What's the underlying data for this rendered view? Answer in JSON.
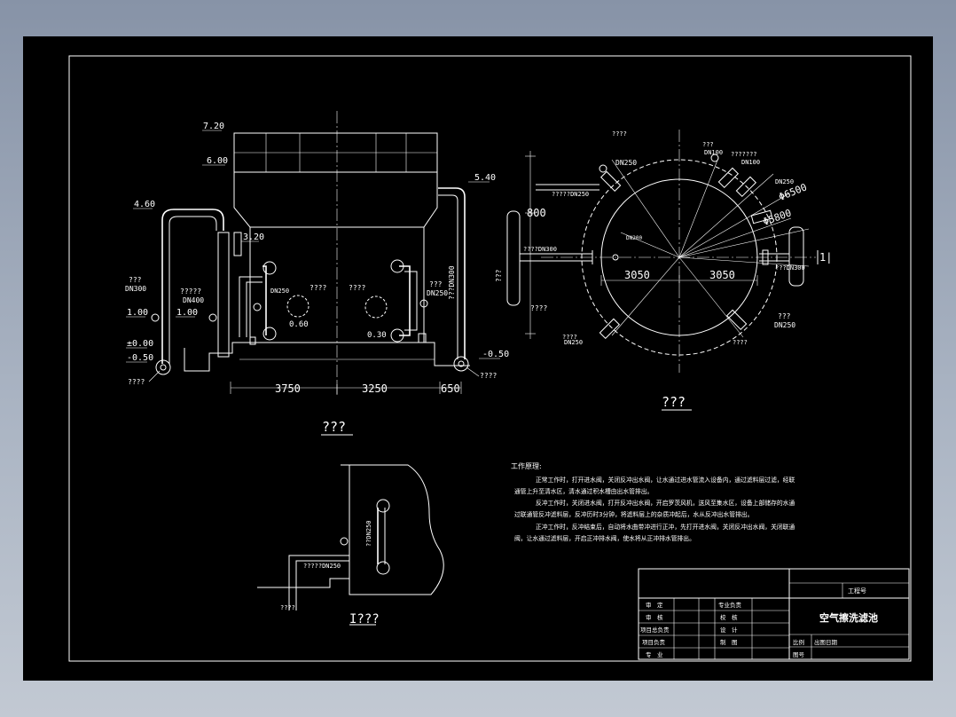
{
  "colors": {
    "background": "#000000",
    "lines": "#ffffff",
    "window": "#8c97aa"
  },
  "front_view": {
    "title": "???",
    "elev_720": "7.20",
    "elev_600": "6.00",
    "elev_460": "4.60",
    "elev_540": "5.40",
    "elev_320": "3.20",
    "elev_100_a": "1.00",
    "elev_100_b": "1.00",
    "elev_000": "±0.00",
    "elev_m050_left": "-0.50",
    "elev_m050_right": "-0.50",
    "elev_060": "0.60",
    "elev_030": "0.30",
    "label_q3_a": "???",
    "label_dn300": "DN300",
    "label_q4_a": "?????",
    "label_dn400": "DN400",
    "label_dn250_a": "DN250",
    "label_q4_b": "????",
    "label_q4_c": "????",
    "label_q3_b": "???",
    "label_dn250_b": "DN250",
    "label_dn300_vert": "???DN300",
    "label_q4_d": "????",
    "label_q4_e": "????",
    "dim_3750": "3750",
    "dim_3250": "3250",
    "dim_650": "650"
  },
  "plan_view": {
    "title": "???",
    "label_q4_top": "????",
    "label_dn250_top": "DN250",
    "label_q3_top": "???",
    "label_dn100_top": "DN100",
    "label_q7": "???????",
    "label_dn100_b": "DN100",
    "label_dn250_right": "DN250",
    "label_d6500": "Φ6500",
    "label_d5800": "Φ5800",
    "label_dn250_left": "?????DN250",
    "label_dn200": "DN200",
    "label_dn300_left": "????DN300",
    "label_dn300_right": "???DN300",
    "label_section": "1|",
    "label_q3_side": "???",
    "label_q4_bot": "????",
    "label_dn250_bot": "DN250",
    "label_q3_botr": "???",
    "label_dn250_botr": "DN250",
    "label_q4_botr": "????",
    "dim_800": "800",
    "dim_3050_a": "3050",
    "dim_3050_b": "3050",
    "label_q4_small": "????"
  },
  "detail_view": {
    "title": "I???",
    "label_dn250_vert": "??DN250",
    "label_dn250_h": "?????DN250",
    "label_q4": "????"
  },
  "notes": {
    "heading": "工作原理:",
    "lines": [
      "正常工作时，打开进水阀，关闭反冲出水阀，让水通过进水管流入设备内，通过滤料层过滤，经联",
      "通管上升至清水区，清水通过积水槽由出水管排出。",
      "反冲工作时，关闭进水阀，打开反冲出水阀，开启罗茨风机，送风至集水区，设备上部储存的水通",
      "过联通管反冲滤料层，反冲历时3分钟，将滤料层上的杂质冲起后，水从反冲出水管排出。",
      "正冲工作时，反冲结束后，自动将水曲带冲进行正冲，先打开进水阀，关闭反冲出水阀，关闭联通",
      "阀，让水通过滤料层，开启正冲排水阀，使水将从正冲排水管排出。"
    ]
  },
  "title_block": {
    "project_no": "工程号",
    "drawing_title": "空气擦洗滤池",
    "row1_a": "审　定",
    "row1_b": "专业负责",
    "row2_a": "审　核",
    "row2_b": "校　核",
    "row3_a": "项目总负责",
    "row3_b": "设　计",
    "row4_a": "项目负责",
    "row4_b": "制　图",
    "row5_a": "专　业",
    "scale": "比例",
    "date": "出图日期",
    "drawing_no": "图号"
  }
}
